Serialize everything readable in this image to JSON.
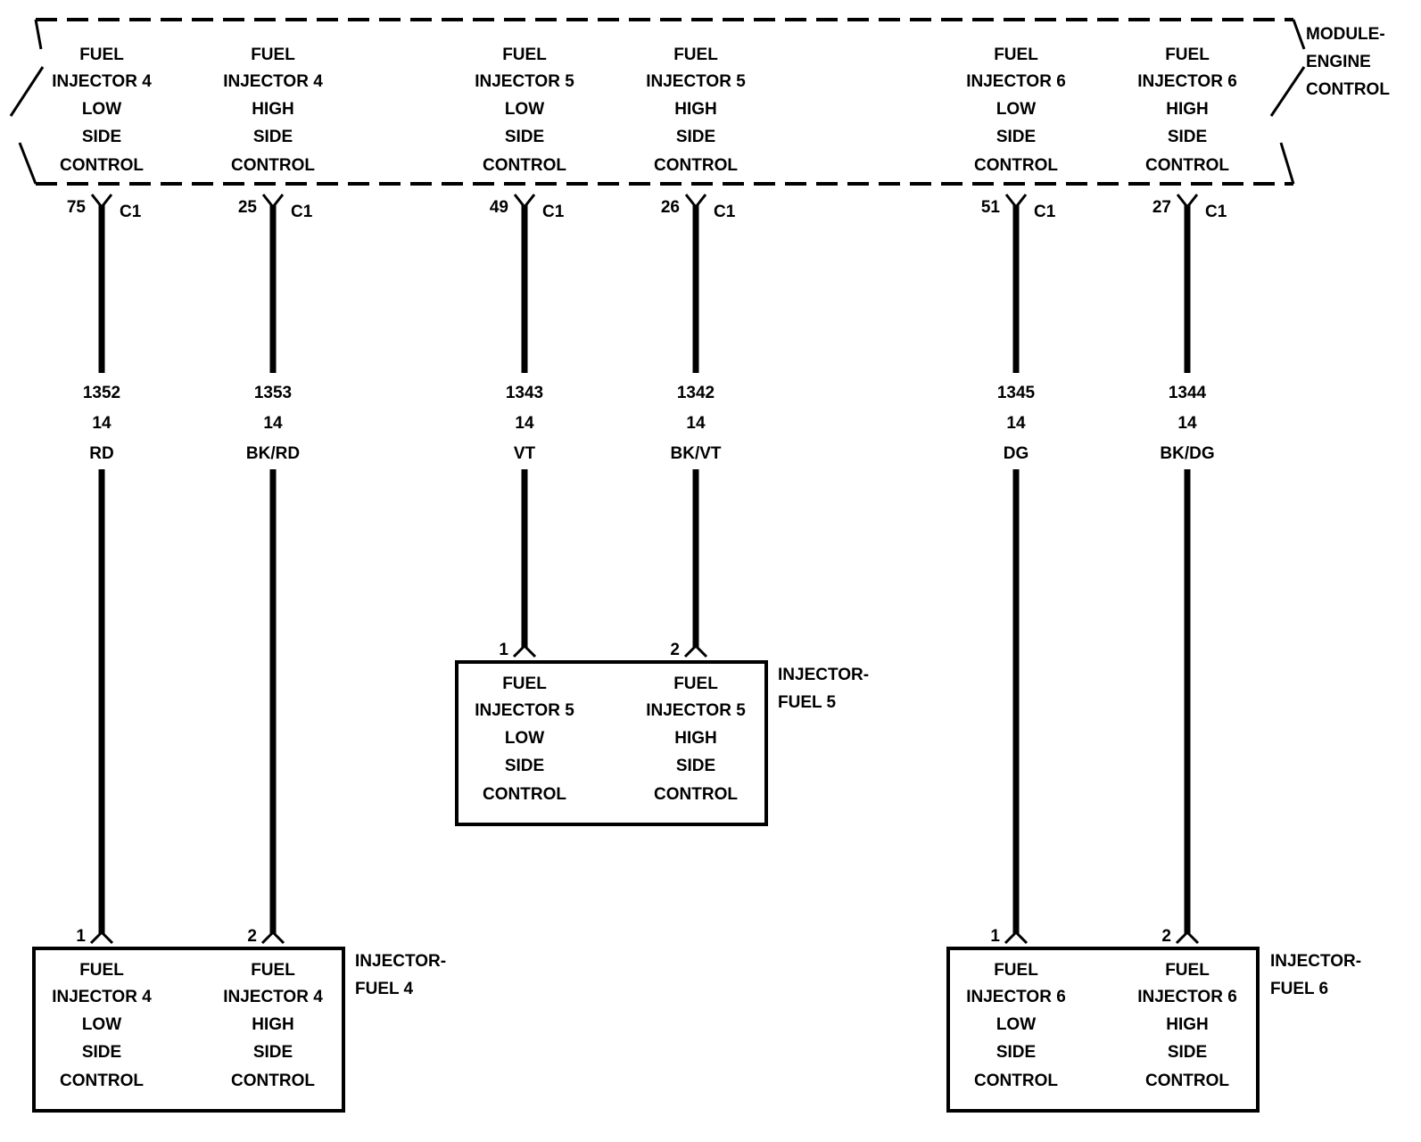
{
  "colors": {
    "line": "#000000",
    "background": "#ffffff"
  },
  "module": {
    "name_lines": [
      "MODULE-",
      "ENGINE",
      "CONTROL"
    ],
    "connector": "C1",
    "circuits": [
      {
        "pin": "75",
        "function_lines": [
          "FUEL",
          "INJECTOR 4",
          "LOW",
          "SIDE",
          "CONTROL"
        ],
        "wire": {
          "circuit": "1352",
          "gauge": "14",
          "color": "RD"
        }
      },
      {
        "pin": "25",
        "function_lines": [
          "FUEL",
          "INJECTOR 4",
          "HIGH",
          "SIDE",
          "CONTROL"
        ],
        "wire": {
          "circuit": "1353",
          "gauge": "14",
          "color": "BK/RD"
        }
      },
      {
        "pin": "49",
        "function_lines": [
          "FUEL",
          "INJECTOR 5",
          "LOW",
          "SIDE",
          "CONTROL"
        ],
        "wire": {
          "circuit": "1343",
          "gauge": "14",
          "color": "VT"
        }
      },
      {
        "pin": "26",
        "function_lines": [
          "FUEL",
          "INJECTOR 5",
          "HIGH",
          "SIDE",
          "CONTROL"
        ],
        "wire": {
          "circuit": "1342",
          "gauge": "14",
          "color": "BK/VT"
        }
      },
      {
        "pin": "51",
        "function_lines": [
          "FUEL",
          "INJECTOR 6",
          "LOW",
          "SIDE",
          "CONTROL"
        ],
        "wire": {
          "circuit": "1345",
          "gauge": "14",
          "color": "DG"
        }
      },
      {
        "pin": "27",
        "function_lines": [
          "FUEL",
          "INJECTOR 6",
          "HIGH",
          "SIDE",
          "CONTROL"
        ],
        "wire": {
          "circuit": "1344",
          "gauge": "14",
          "color": "BK/DG"
        }
      }
    ]
  },
  "injectors": [
    {
      "name_lines": [
        "INJECTOR-",
        "FUEL 4"
      ],
      "pins": [
        {
          "pin": "1",
          "function_lines": [
            "FUEL",
            "INJECTOR 4",
            "LOW",
            "SIDE",
            "CONTROL"
          ]
        },
        {
          "pin": "2",
          "function_lines": [
            "FUEL",
            "INJECTOR 4",
            "HIGH",
            "SIDE",
            "CONTROL"
          ]
        }
      ]
    },
    {
      "name_lines": [
        "INJECTOR-",
        "FUEL 5"
      ],
      "pins": [
        {
          "pin": "1",
          "function_lines": [
            "FUEL",
            "INJECTOR 5",
            "LOW",
            "SIDE",
            "CONTROL"
          ]
        },
        {
          "pin": "2",
          "function_lines": [
            "FUEL",
            "INJECTOR 5",
            "HIGH",
            "SIDE",
            "CONTROL"
          ]
        }
      ]
    },
    {
      "name_lines": [
        "INJECTOR-",
        "FUEL 6"
      ],
      "pins": [
        {
          "pin": "1",
          "function_lines": [
            "FUEL",
            "INJECTOR 6",
            "LOW",
            "SIDE",
            "CONTROL"
          ]
        },
        {
          "pin": "2",
          "function_lines": [
            "FUEL",
            "INJECTOR 6",
            "HIGH",
            "SIDE",
            "CONTROL"
          ]
        }
      ]
    }
  ]
}
